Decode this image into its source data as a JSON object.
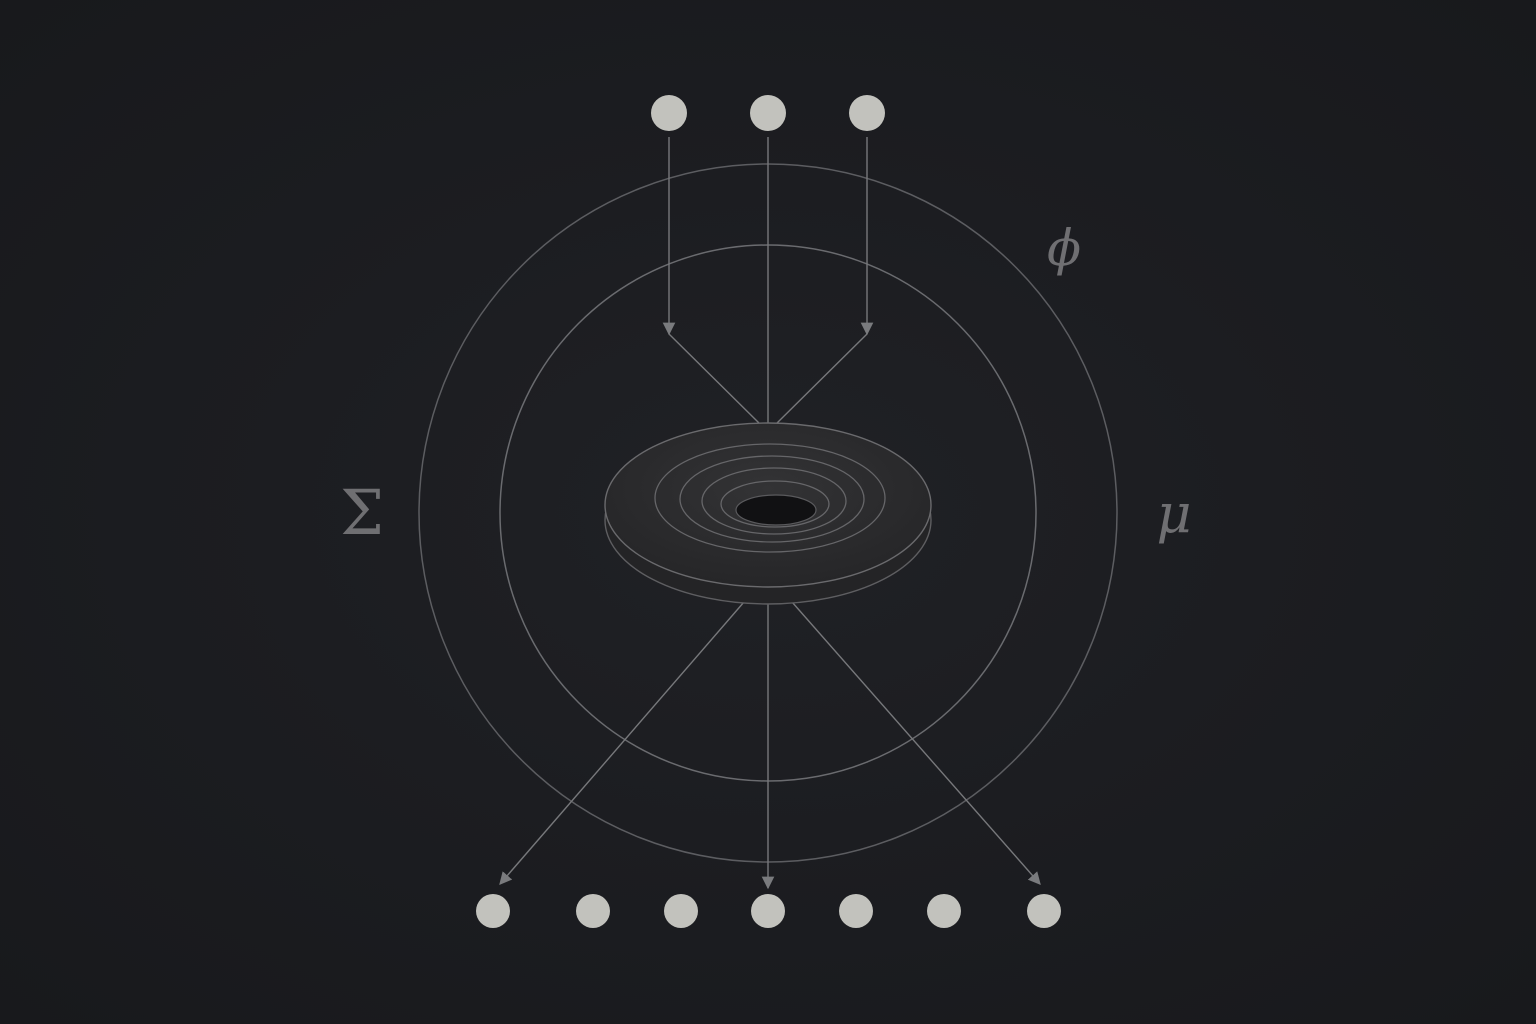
{
  "symbols": {
    "phi": "ϕ",
    "sigma": "Σ",
    "mu": "μ"
  },
  "colors": {
    "background": "#1b1c20",
    "node": "#c2c2bd",
    "ring_stroke": "#5c5d61",
    "arrow_stroke": "#77787b",
    "torus_fill": "#2c2c2e",
    "torus_stroke": "#6a6a6d",
    "symbol_text": "#6f6f72"
  },
  "diagram": {
    "input_nodes": 3,
    "output_nodes": 7,
    "rings": 2,
    "torus_contour_rings": 4
  }
}
